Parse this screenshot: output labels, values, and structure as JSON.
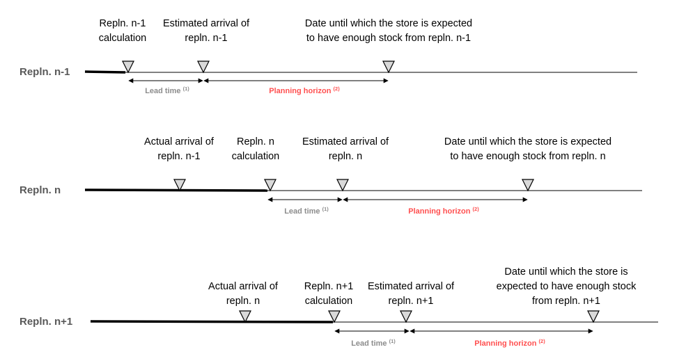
{
  "colors": {
    "row_label": "#595959",
    "lead_time": "#8c8c8c",
    "planning_horizon": "#ff5050",
    "line": "#000000",
    "marker_fill": "#d9d9d9"
  },
  "rows": [
    {
      "label": "Repln. n-1",
      "markers": [
        {
          "name": "calculation",
          "lines": [
            "Repln. n-1",
            "calculation"
          ]
        },
        {
          "name": "estimated-arrival",
          "lines": [
            "Estimated arrival of",
            "repln. n-1"
          ]
        },
        {
          "name": "stock-until",
          "lines": [
            "Date until which the store is expected",
            "to have enough stock from repln. n-1"
          ]
        }
      ],
      "lead_time": {
        "label": "Lead time",
        "note": "(1)"
      },
      "planning_horizon": {
        "label": "Planning horizon",
        "note": "(2)"
      }
    },
    {
      "label": "Repln. n",
      "markers": [
        {
          "name": "actual-arrival",
          "lines": [
            "Actual arrival of",
            "repln. n-1"
          ]
        },
        {
          "name": "calculation",
          "lines": [
            "Repln. n",
            "calculation"
          ]
        },
        {
          "name": "estimated-arrival",
          "lines": [
            "Estimated arrival of",
            "repln. n"
          ]
        },
        {
          "name": "stock-until",
          "lines": [
            "Date until which the store is expected",
            "to have enough stock from repln. n"
          ]
        }
      ],
      "lead_time": {
        "label": "Lead time",
        "note": "(1)"
      },
      "planning_horizon": {
        "label": "Planning horizon",
        "note": "(2)"
      }
    },
    {
      "label": "Repln. n+1",
      "markers": [
        {
          "name": "actual-arrival",
          "lines": [
            "Actual arrival of",
            "repln. n"
          ]
        },
        {
          "name": "calculation",
          "lines": [
            "Repln. n+1",
            "calculation"
          ]
        },
        {
          "name": "estimated-arrival",
          "lines": [
            "Estimated arrival of",
            "repln. n+1"
          ]
        },
        {
          "name": "stock-until",
          "lines": [
            "Date until which the store is",
            "expected to have enough stock",
            "from repln. n+1"
          ]
        }
      ],
      "lead_time": {
        "label": "Lead time",
        "note": "(1)"
      },
      "planning_horizon": {
        "label": "Planning horizon",
        "note": "(2)"
      }
    }
  ]
}
